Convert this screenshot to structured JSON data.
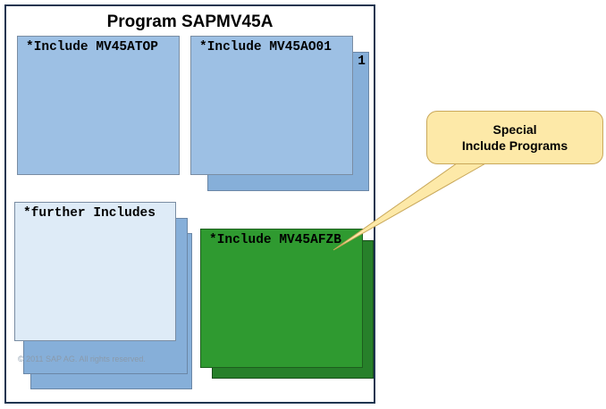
{
  "program": {
    "title": "Program SAPMV45A"
  },
  "includes": {
    "top": "*Include MV45ATOP",
    "a001": "*Include MV45AO01",
    "a001_back_suffix": "1",
    "further": "*further Includes",
    "afzb": "*Include MV45AFZB"
  },
  "copyright": "© 2011 SAP AG. All rights reserved.",
  "callout": {
    "line1": "Special",
    "line2": "Include Programs"
  },
  "colors": {
    "frame": "#1f3550",
    "include_blue": "#9dc0e4",
    "include_light": "#deebf7",
    "user_exit_green": "#2f9a30",
    "callout_fill": "#fde9a8"
  }
}
